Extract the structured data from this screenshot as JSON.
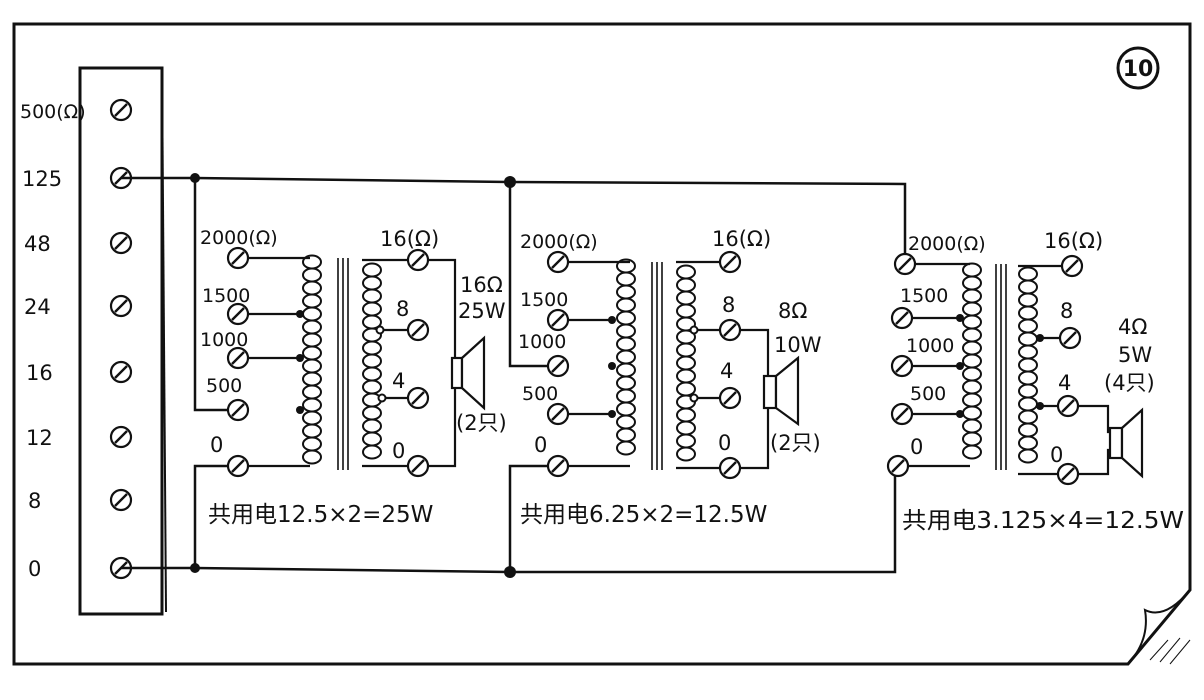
{
  "figure_number": "10",
  "terminal_strip": {
    "labels": [
      "500(Ω)",
      "125",
      "48",
      "24",
      "16",
      "12",
      "8",
      "0"
    ]
  },
  "stages": [
    {
      "primary_taps": [
        "2000(Ω)",
        "1500",
        "1000",
        "500",
        "0"
      ],
      "secondary_taps": [
        "16(Ω)",
        "8",
        "4",
        "0"
      ],
      "speaker_label": [
        "16Ω",
        "25W",
        "(2只)"
      ],
      "summary": "共用电12.5×2=25W"
    },
    {
      "primary_taps": [
        "2000(Ω)",
        "1500",
        "1000",
        "500",
        "0"
      ],
      "secondary_taps": [
        "16(Ω)",
        "8",
        "4",
        "0"
      ],
      "speaker_label": [
        "8Ω",
        "10W",
        "(2只)"
      ],
      "summary": "共用电6.25×2=12.5W"
    },
    {
      "primary_taps": [
        "2000(Ω)",
        "1500",
        "1000",
        "500",
        "0"
      ],
      "secondary_taps": [
        "16(Ω)",
        "8",
        "4",
        "0"
      ],
      "speaker_label": [
        "4Ω",
        "5W",
        "(4只)"
      ],
      "summary": "共用电3.125×4=12.5W"
    }
  ]
}
